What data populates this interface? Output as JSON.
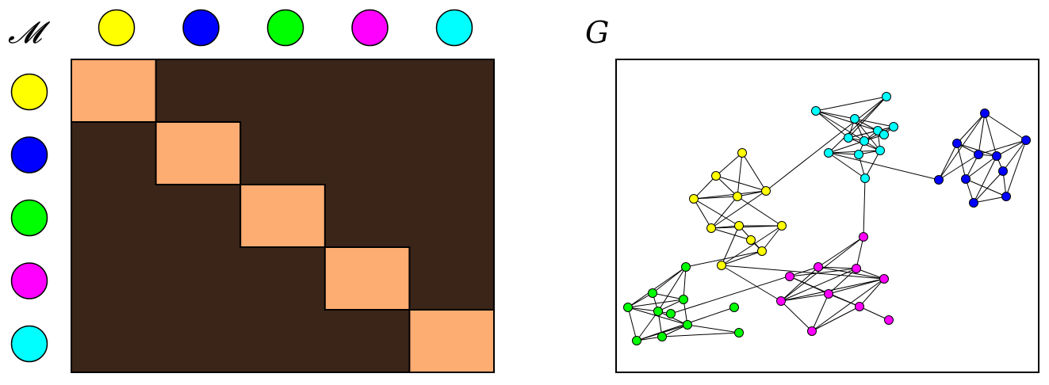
{
  "labels": {
    "matrix_symbol": "𝓜",
    "graph_symbol": "G"
  },
  "colors": {
    "diagonal_block": "#fdac72",
    "off_diagonal_block": "#3a2518",
    "outline": "#000000",
    "edge": "#000000"
  },
  "communities": [
    {
      "id": "yellow",
      "color": "#ffff00"
    },
    {
      "id": "blue",
      "color": "#0000ff"
    },
    {
      "id": "green",
      "color": "#00ff00"
    },
    {
      "id": "magenta",
      "color": "#ff00ff"
    },
    {
      "id": "cyan",
      "color": "#00ffff"
    }
  ],
  "graph": {
    "nodes": [
      {
        "id": "c1",
        "community": "cyan"
      },
      {
        "id": "c2",
        "community": "cyan"
      },
      {
        "id": "c3",
        "community": "cyan"
      },
      {
        "id": "c4",
        "community": "cyan"
      },
      {
        "id": "c5",
        "community": "cyan"
      },
      {
        "id": "c6",
        "community": "cyan"
      },
      {
        "id": "c7",
        "community": "cyan"
      },
      {
        "id": "c8",
        "community": "cyan"
      },
      {
        "id": "c9",
        "community": "cyan"
      },
      {
        "id": "c10",
        "community": "cyan"
      },
      {
        "id": "c11",
        "community": "cyan"
      },
      {
        "id": "c12",
        "community": "cyan"
      },
      {
        "id": "b1",
        "community": "blue"
      },
      {
        "id": "b2",
        "community": "blue"
      },
      {
        "id": "b3",
        "community": "blue"
      },
      {
        "id": "b4",
        "community": "blue"
      },
      {
        "id": "b5",
        "community": "blue"
      },
      {
        "id": "b6",
        "community": "blue"
      },
      {
        "id": "b7",
        "community": "blue"
      },
      {
        "id": "b8",
        "community": "blue"
      },
      {
        "id": "b9",
        "community": "blue"
      },
      {
        "id": "b10",
        "community": "blue"
      },
      {
        "id": "y1",
        "community": "yellow"
      },
      {
        "id": "y2",
        "community": "yellow"
      },
      {
        "id": "y3",
        "community": "yellow"
      },
      {
        "id": "y4",
        "community": "yellow"
      },
      {
        "id": "y5",
        "community": "yellow"
      },
      {
        "id": "y6",
        "community": "yellow"
      },
      {
        "id": "y7",
        "community": "yellow"
      },
      {
        "id": "y8",
        "community": "yellow"
      },
      {
        "id": "y9",
        "community": "yellow"
      },
      {
        "id": "y10",
        "community": "yellow"
      },
      {
        "id": "y11",
        "community": "yellow"
      },
      {
        "id": "m1",
        "community": "magenta"
      },
      {
        "id": "m2",
        "community": "magenta"
      },
      {
        "id": "m3",
        "community": "magenta"
      },
      {
        "id": "m4",
        "community": "magenta"
      },
      {
        "id": "m5",
        "community": "magenta"
      },
      {
        "id": "m6",
        "community": "magenta"
      },
      {
        "id": "m7",
        "community": "magenta"
      },
      {
        "id": "m8",
        "community": "magenta"
      },
      {
        "id": "m9",
        "community": "magenta"
      },
      {
        "id": "m10",
        "community": "magenta"
      },
      {
        "id": "g1",
        "community": "green"
      },
      {
        "id": "g2",
        "community": "green"
      },
      {
        "id": "g3",
        "community": "green"
      },
      {
        "id": "g4",
        "community": "green"
      },
      {
        "id": "g5",
        "community": "green"
      },
      {
        "id": "g6",
        "community": "green"
      },
      {
        "id": "g7",
        "community": "green"
      },
      {
        "id": "g8",
        "community": "green"
      },
      {
        "id": "g9",
        "community": "green"
      },
      {
        "id": "g10",
        "community": "green"
      },
      {
        "id": "g11",
        "community": "green"
      }
    ],
    "edges": [
      [
        "c1",
        "c2"
      ],
      [
        "c1",
        "c3"
      ],
      [
        "c1",
        "c5"
      ],
      [
        "c1",
        "c6"
      ],
      [
        "c2",
        "c3"
      ],
      [
        "c2",
        "c4"
      ],
      [
        "c2",
        "c5"
      ],
      [
        "c2",
        "c6"
      ],
      [
        "c2",
        "c7"
      ],
      [
        "c3",
        "c4"
      ],
      [
        "c3",
        "c5"
      ],
      [
        "c3",
        "c6"
      ],
      [
        "c3",
        "c7"
      ],
      [
        "c4",
        "c5"
      ],
      [
        "c4",
        "c6"
      ],
      [
        "c5",
        "c6"
      ],
      [
        "c5",
        "c7"
      ],
      [
        "c6",
        "c7"
      ],
      [
        "c6",
        "c8"
      ],
      [
        "c6",
        "c9"
      ],
      [
        "c7",
        "c8"
      ],
      [
        "c7",
        "c9"
      ],
      [
        "c8",
        "c9"
      ],
      [
        "c8",
        "c10"
      ],
      [
        "c9",
        "c10"
      ],
      [
        "c7",
        "c10"
      ],
      [
        "c1",
        "c11"
      ],
      [
        "c11",
        "c5"
      ],
      [
        "c11",
        "c8"
      ],
      [
        "c4",
        "c12"
      ],
      [
        "c12",
        "c3"
      ],
      [
        "c12",
        "c6"
      ],
      [
        "b1",
        "b2"
      ],
      [
        "b1",
        "b3"
      ],
      [
        "b1",
        "b4"
      ],
      [
        "b2",
        "b3"
      ],
      [
        "b2",
        "b4"
      ],
      [
        "b2",
        "b5"
      ],
      [
        "b2",
        "b6"
      ],
      [
        "b3",
        "b4"
      ],
      [
        "b3",
        "b6"
      ],
      [
        "b3",
        "b7"
      ],
      [
        "b4",
        "b5"
      ],
      [
        "b4",
        "b6"
      ],
      [
        "b4",
        "b7"
      ],
      [
        "b5",
        "b6"
      ],
      [
        "b5",
        "b8"
      ],
      [
        "b6",
        "b7"
      ],
      [
        "b6",
        "b8"
      ],
      [
        "b6",
        "b9"
      ],
      [
        "b7",
        "b9"
      ],
      [
        "b7",
        "b10"
      ],
      [
        "b8",
        "b9"
      ],
      [
        "b8",
        "b10"
      ],
      [
        "b9",
        "b10"
      ],
      [
        "b5",
        "b10"
      ],
      [
        "y1",
        "y2"
      ],
      [
        "y1",
        "y3"
      ],
      [
        "y1",
        "y4"
      ],
      [
        "y2",
        "y3"
      ],
      [
        "y2",
        "y4"
      ],
      [
        "y2",
        "y5"
      ],
      [
        "y3",
        "y4"
      ],
      [
        "y3",
        "y5"
      ],
      [
        "y3",
        "y6"
      ],
      [
        "y4",
        "y5"
      ],
      [
        "y4",
        "y6"
      ],
      [
        "y4",
        "y8"
      ],
      [
        "y5",
        "y6"
      ],
      [
        "y6",
        "y7"
      ],
      [
        "y6",
        "y8"
      ],
      [
        "y7",
        "y8"
      ],
      [
        "y7",
        "y9"
      ],
      [
        "y7",
        "y10"
      ],
      [
        "y8",
        "y9"
      ],
      [
        "y8",
        "y10"
      ],
      [
        "y9",
        "y10"
      ],
      [
        "y9",
        "y11"
      ],
      [
        "y6",
        "y11"
      ],
      [
        "y5",
        "y7"
      ],
      [
        "m1",
        "m2"
      ],
      [
        "m1",
        "m3"
      ],
      [
        "m1",
        "m6"
      ],
      [
        "m2",
        "m3"
      ],
      [
        "m2",
        "m5"
      ],
      [
        "m3",
        "m4"
      ],
      [
        "m3",
        "m5"
      ],
      [
        "m3",
        "m6"
      ],
      [
        "m3",
        "m7"
      ],
      [
        "m4",
        "m7"
      ],
      [
        "m4",
        "m8"
      ],
      [
        "m5",
        "m6"
      ],
      [
        "m5",
        "m7"
      ],
      [
        "m5",
        "m8"
      ],
      [
        "m6",
        "m7"
      ],
      [
        "m6",
        "m9"
      ],
      [
        "m7",
        "m8"
      ],
      [
        "m7",
        "m9"
      ],
      [
        "m8",
        "m9"
      ],
      [
        "m8",
        "m10"
      ],
      [
        "m2",
        "m6"
      ],
      [
        "m5",
        "m9"
      ],
      [
        "g1",
        "g2"
      ],
      [
        "g1",
        "g3"
      ],
      [
        "g1",
        "g4"
      ],
      [
        "g2",
        "g3"
      ],
      [
        "g2",
        "g4"
      ],
      [
        "g2",
        "g5"
      ],
      [
        "g3",
        "g4"
      ],
      [
        "g3",
        "g5"
      ],
      [
        "g3",
        "g6"
      ],
      [
        "g4",
        "g5"
      ],
      [
        "g4",
        "g6"
      ],
      [
        "g4",
        "g7"
      ],
      [
        "g5",
        "g6"
      ],
      [
        "g5",
        "g7"
      ],
      [
        "g5",
        "g8"
      ],
      [
        "g6",
        "g7"
      ],
      [
        "g6",
        "g8"
      ],
      [
        "g7",
        "g8"
      ],
      [
        "g6",
        "g9"
      ],
      [
        "g8",
        "g9"
      ],
      [
        "g1",
        "g5"
      ],
      [
        "g7",
        "g10"
      ],
      [
        "g5",
        "g11"
      ],
      [
        "c10",
        "m1"
      ],
      [
        "c8",
        "b1"
      ],
      [
        "c11",
        "y3"
      ],
      [
        "y9",
        "g1"
      ],
      [
        "y10",
        "m6"
      ],
      [
        "m2",
        "g11"
      ],
      [
        "m5",
        "y10"
      ]
    ]
  }
}
